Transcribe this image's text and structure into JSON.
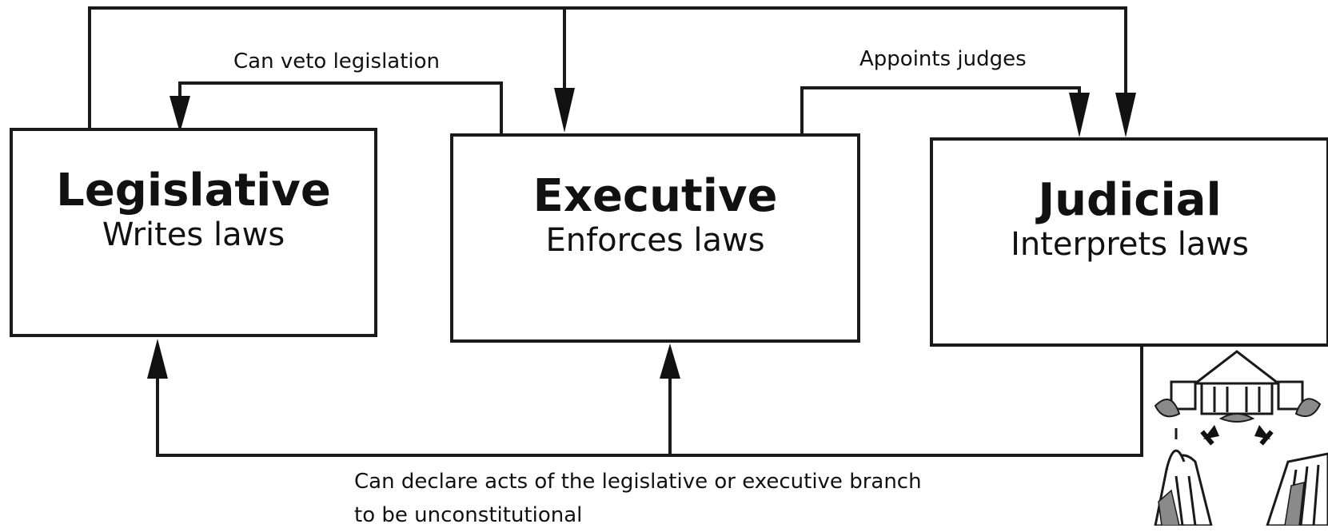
{
  "branches": {
    "legislative": {
      "title": "Legislative",
      "subtitle": "Writes laws"
    },
    "executive": {
      "title": "Executive",
      "subtitle": "Enforces laws"
    },
    "judicial": {
      "title": "Judicial",
      "subtitle": "Interprets laws"
    }
  },
  "checks": {
    "veto": "Can veto legislation",
    "appoint": "Appoints judges",
    "declare_line1": "Can declare acts of the legislative or executive branch",
    "declare_line2": "to be unconstitutional"
  },
  "colors": {
    "line": "#1a1a1a",
    "fill": "#ffffff",
    "illustration_shade": "#8a8a8a"
  },
  "icons": {
    "illustration": "government-buildings-icon"
  }
}
